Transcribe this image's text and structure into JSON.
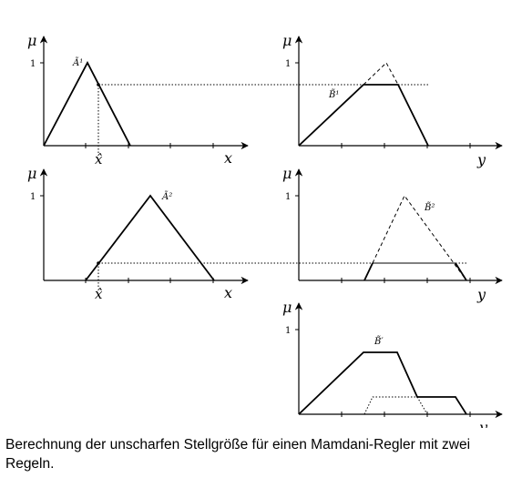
{
  "figure": {
    "axis_labels": {
      "mu": "μ",
      "one": "1",
      "x": "x",
      "y": "y",
      "xhat": "x̂"
    },
    "set_labels": {
      "a1": "Ã¹",
      "b1": "B̃¹",
      "a2": "Ã²",
      "b2": "B̃²",
      "bprime": "B̃′"
    }
  },
  "caption": "Berechnung der unscharfen Stellgröße für einen Mamdani-Regler mit zwei Regeln."
}
